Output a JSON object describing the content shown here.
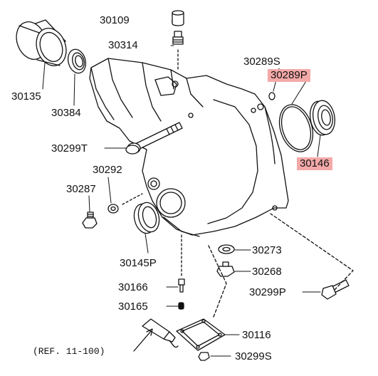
{
  "diagram": {
    "highlight_color": "#f4a9a9",
    "labels": {
      "p30109": "30109",
      "p30314": "30314",
      "p30289S": "30289S",
      "p30289P": "30289P",
      "p30135": "30135",
      "p30384": "30384",
      "p30146": "30146",
      "p30299T": "30299T",
      "p30292": "30292",
      "p30287": "30287",
      "p30145P": "30145P",
      "p30273": "30273",
      "p30268": "30268",
      "p30299P": "30299P",
      "p30166": "30166",
      "p30165": "30165",
      "p30116": "30116",
      "p30299S": "30299S",
      "ref": "(REF. 11-100)"
    }
  }
}
